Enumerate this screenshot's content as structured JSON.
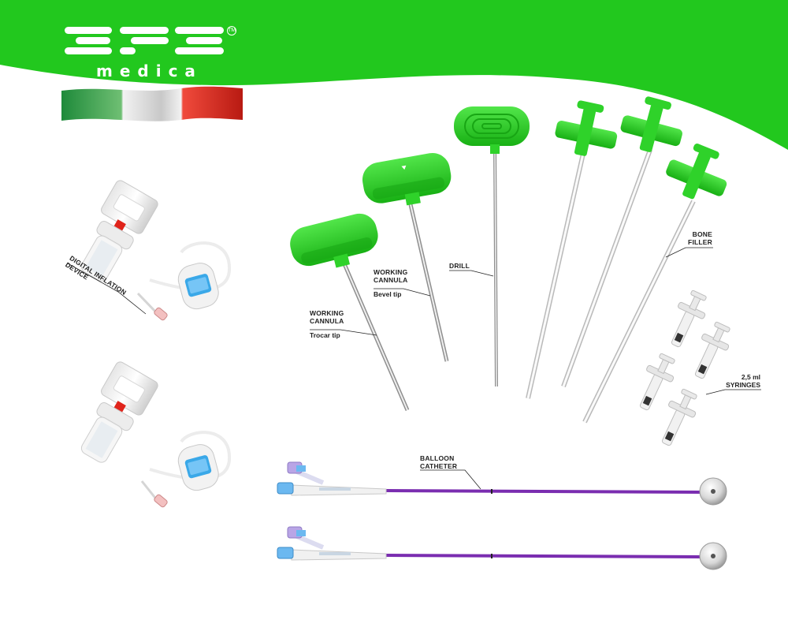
{
  "brand": {
    "logo_text": "medica",
    "trademark": "TM",
    "brand_green": "#22c81e",
    "flag_colors": [
      "#1e8a3a",
      "#e8e8e8",
      "#e0241b"
    ]
  },
  "labels": {
    "inflation_device": "DIGITAL INFLATION DEVICE",
    "working_cannula_trocar": "WORKING CANNULA",
    "trocar_tip": "Trocar tip",
    "working_cannula_bevel": "WORKING CANNULA",
    "bevel_tip": "Bevel tip",
    "drill": "DRILL",
    "bone_filler": "BONE FILLER",
    "syringes": "2,5 ml SYRINGES",
    "balloon_catheter": "BALLOON CATHETER"
  },
  "colors": {
    "handle_green": "#2fd22a",
    "handle_dark": "#18a614",
    "catheter_purple": "#7a2db0",
    "screen_blue": "#3aa8e8"
  }
}
